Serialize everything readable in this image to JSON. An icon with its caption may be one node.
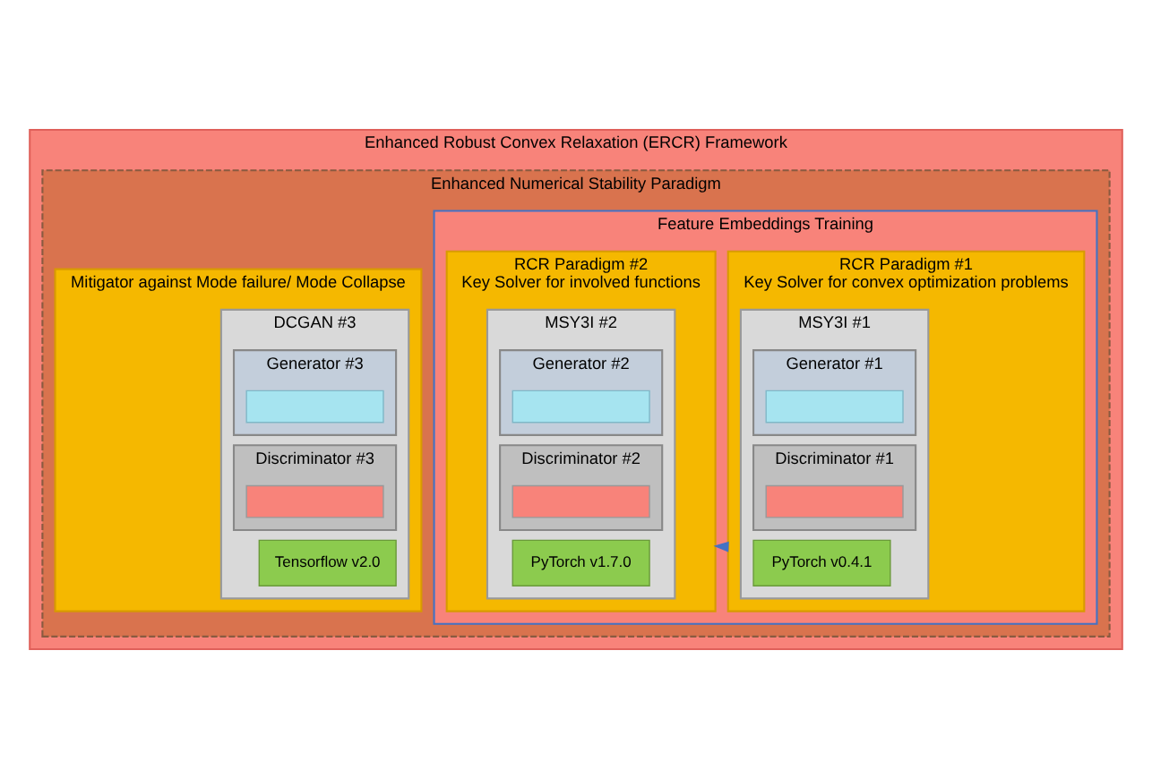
{
  "diagram": {
    "nodes": [
      {
        "text": [
          "Enhanced Robust Convex Relaxation (ERCR) Framework"
        ]
      },
      {
        "text": [
          "Enhanced Numerical Stability Paradigm"
        ],
        "in": 0
      },
      {
        "text": [
          "Feature Embeddings Training"
        ],
        "in": 1
      },
      {
        "text": [
          "RCR Paradigm #1",
          "Key Solver for convex optimization problems"
        ],
        "in": 2
      },
      {
        "text": [
          "MSY3I #1"
        ],
        "in": 3
      },
      {
        "text": [
          "Generator #1"
        ],
        "in": 4
      },
      {
        "text": [],
        "shape": "box",
        "in": 5
      },
      {
        "text": [
          "Discriminator #1"
        ],
        "in": 4
      },
      {
        "text": [],
        "shape": "box",
        "in": 7
      },
      {
        "text": [
          "PyTorch v0.4.1"
        ],
        "in": 4
      },
      {
        "text": [
          "RCR Paradigm #2",
          "Key Solver for involved functions"
        ],
        "in": 2
      },
      {
        "text": [
          "MSY3I #2"
        ],
        "in": 10
      },
      {
        "text": [
          "Generator #2"
        ],
        "in": 11
      },
      {
        "text": [],
        "shape": "box",
        "in": 12
      },
      {
        "text": [
          "Discriminator #2"
        ],
        "in": 11
      },
      {
        "text": [],
        "shape": "box",
        "in": 14
      },
      {
        "text": [
          "PyTorch v1.7.0"
        ],
        "in": 11
      },
      {
        "text": [
          "Mitigator against Mode failure/ Mode Collapse"
        ],
        "in": 1
      },
      {
        "text": [
          "DCGAN #3"
        ],
        "in": 17
      },
      {
        "text": [
          "Generator #3"
        ],
        "in": 18
      },
      {
        "text": [],
        "shape": "box",
        "in": 19
      },
      {
        "text": [
          "Discriminator #3"
        ],
        "in": 18
      },
      {
        "text": [],
        "shape": "box",
        "in": 21
      },
      {
        "text": [
          "Tensorflow v2.0"
        ],
        "in": 18
      }
    ],
    "edges": [
      {
        "from": 3,
        "to": 10,
        "arrow": "to",
        "color": "#4472c4"
      }
    ]
  }
}
